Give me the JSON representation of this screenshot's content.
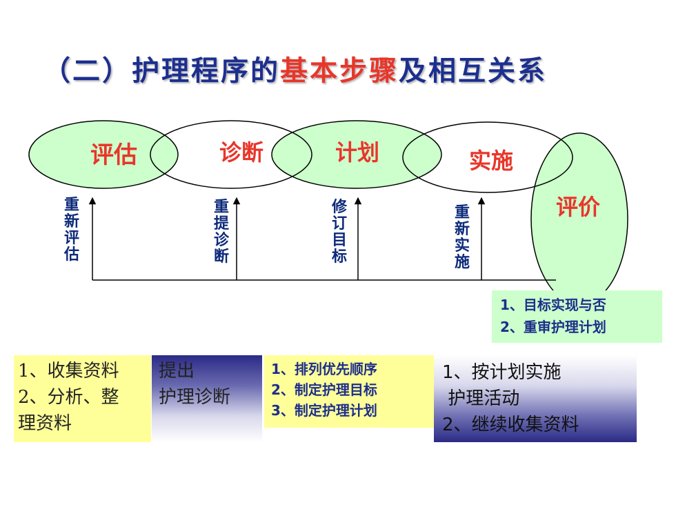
{
  "title": {
    "part1": "（二）护理程序的",
    "highlight": "基本步骤",
    "part2": "及相互关系"
  },
  "steps": {
    "assess": "评估",
    "diagnose": "诊断",
    "plan": "计划",
    "implement": "实施",
    "evaluate": "评价"
  },
  "feedback": {
    "reassess": "重新评估",
    "rediagnose": "重提诊断",
    "revise_goal": "修订目标",
    "reimplement": "重新实施"
  },
  "evaluate_box": {
    "line1": "1、目标实现与否",
    "line2": "2、重审护理计划"
  },
  "assess_box": {
    "line1": "1、收集资料",
    "line2": "2、分析、整",
    "line3": "理资料"
  },
  "diagnose_box": {
    "line1": "提出",
    "line2": "护理诊断"
  },
  "plan_box": {
    "line1": "1、排列优先顺序",
    "line2": "2、制定护理目标",
    "line3": "3、制定护理计划"
  },
  "implement_box": {
    "line1": "1、按计划实施",
    "line2": " 护理活动",
    "line3": "2、继续收集资料"
  },
  "colors": {
    "title": "#1c2f8f",
    "highlight": "#e8362a",
    "step_text": "#e8362a",
    "green_ellipse": "#ccffcc",
    "yellow_box": "#ffff99",
    "navy": "#2a2a86"
  }
}
